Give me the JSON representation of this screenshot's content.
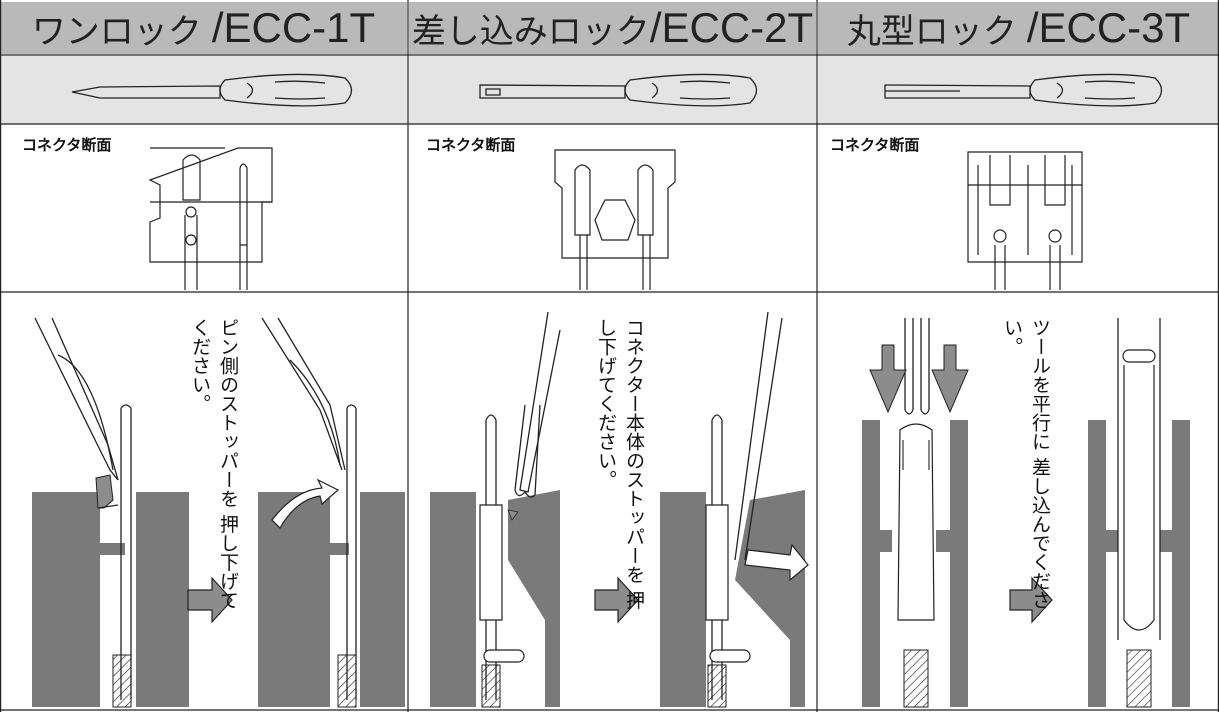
{
  "columns": [
    {
      "title_jp": "ワンロック",
      "title_code": "/ECC-1T",
      "section_label": "コネクタ断面",
      "instruction_line1": "ピン側のストッパーを",
      "instruction_line2": "押し下げてください。"
    },
    {
      "title_jp": "差し込みロック",
      "title_code": "/ECC-2T",
      "section_label": "コネクタ断面",
      "instruction_line1": "コネクター本体のストッパーを",
      "instruction_line2": "押し下げてください。"
    },
    {
      "title_jp": "丸型ロック",
      "title_code": "/ECC-3T",
      "section_label": "コネクタ断面",
      "instruction_line1": "ツールを平行に",
      "instruction_line2": "差し込んでください。"
    }
  ],
  "colors": {
    "header_bg": "#b9b9b9",
    "tool_row_bg": "#e4e4e4",
    "housing_gray": "#7a7a7a",
    "arrow_gray": "#8c8c8c",
    "line": "#222222"
  }
}
